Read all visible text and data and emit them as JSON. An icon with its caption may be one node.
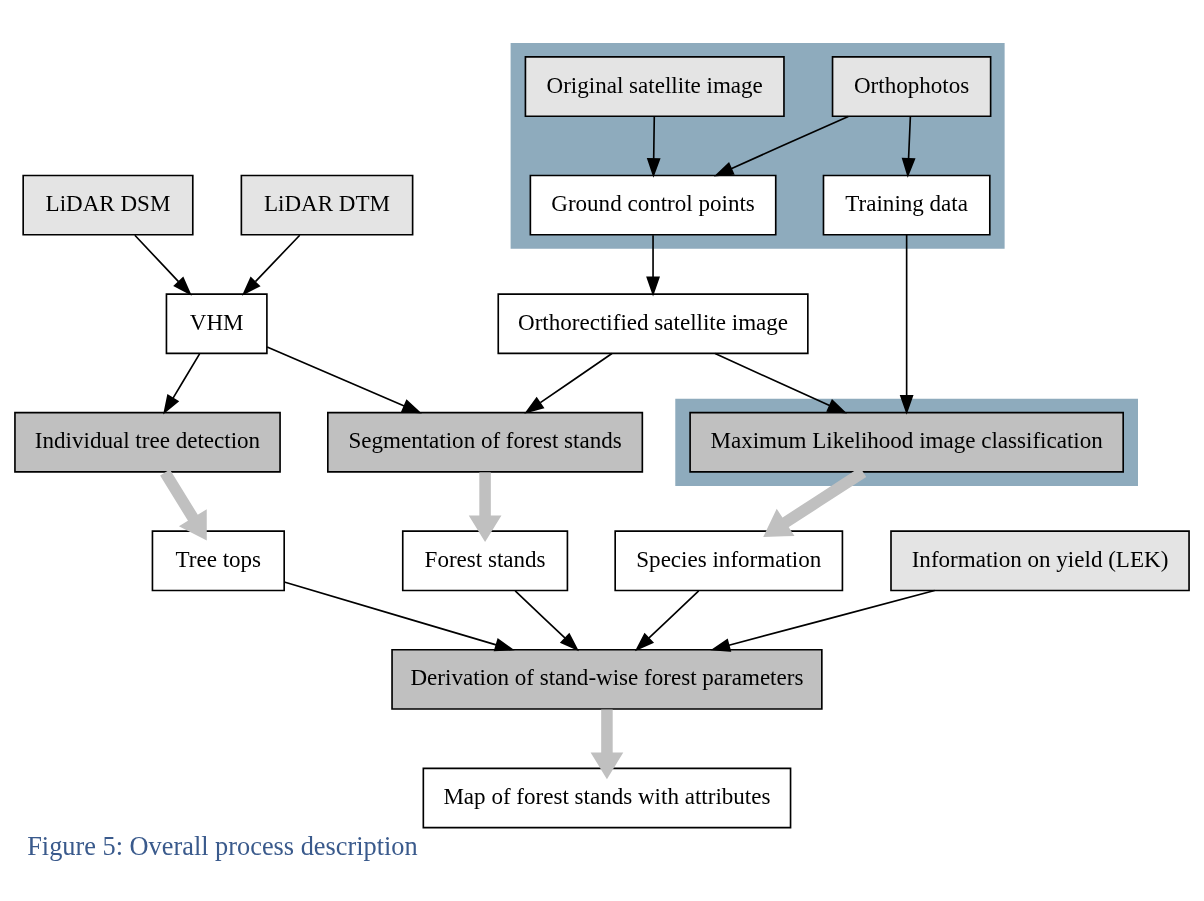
{
  "diagram": {
    "caption": "Figure 5: Overall process description",
    "nodes": [
      {
        "text": [
          "LiDAR DSM"
        ]
      },
      {
        "text": [
          "LiDAR DTM"
        ]
      },
      {
        "text": [
          "VHM"
        ]
      },
      {
        "text": [
          "Individual tree detection"
        ]
      },
      {
        "text": [
          "Segmentation of forest stands"
        ]
      },
      {
        "text": [
          "Tree tops"
        ]
      },
      {
        "text": [
          "Forest stands"
        ]
      },
      {
        "text": [
          "Information on yield (LEK)"
        ]
      },
      {
        "text": [
          "Derivation of stand-wise forest parameters"
        ]
      },
      {
        "text": [
          "Map of forest stands with attributes"
        ]
      },
      {
        "text": [],
        "shape": "box"
      },
      {
        "text": [
          "Orthophotos"
        ],
        "in": 10
      },
      {
        "text": [
          "Original satellite image"
        ],
        "in": 10
      },
      {
        "text": [
          "Training data"
        ],
        "in": 10
      },
      {
        "text": [
          "Ground control points"
        ],
        "in": 10
      },
      {
        "text": [
          "Orthorectified satellite image"
        ]
      },
      {
        "text": [],
        "shape": "box"
      },
      {
        "text": [
          "Maximum Likelihood image classification"
        ],
        "in": 16
      },
      {
        "text": [
          "Species information"
        ]
      }
    ],
    "edges": [
      {
        "from": 0,
        "to": 2,
        "arrow": "to"
      },
      {
        "from": 1,
        "to": 2,
        "arrow": "to"
      },
      {
        "from": 2,
        "to": 3,
        "arrow": "to"
      },
      {
        "from": 2,
        "to": 4,
        "arrow": "to"
      },
      {
        "from": 3,
        "to": 5,
        "arrow": "to",
        "style": "thick",
        "color": "#c0c0c0"
      },
      {
        "from": 4,
        "to": 6,
        "arrow": "to",
        "style": "thick",
        "color": "#c0c0c0"
      },
      {
        "from": 5,
        "to": 8,
        "arrow": "to"
      },
      {
        "from": 6,
        "to": 8,
        "arrow": "to"
      },
      {
        "from": 7,
        "to": 8,
        "arrow": "to"
      },
      {
        "from": 8,
        "to": 9,
        "arrow": "to",
        "style": "thick",
        "color": "#c0c0c0"
      },
      {
        "from": 11,
        "to": 13,
        "arrow": "to"
      },
      {
        "from": 11,
        "to": 14,
        "arrow": "to"
      },
      {
        "from": 12,
        "to": 14,
        "arrow": "to"
      },
      {
        "from": 14,
        "to": 15,
        "arrow": "to"
      },
      {
        "from": 15,
        "to": 4,
        "arrow": "to"
      },
      {
        "from": 15,
        "to": 17,
        "arrow": "to"
      },
      {
        "from": 13,
        "to": 17,
        "arrow": "to"
      },
      {
        "from": 17,
        "to": 18,
        "arrow": "to",
        "style": "thick",
        "color": "#c0c0c0"
      },
      {
        "from": 18,
        "to": 8,
        "arrow": "to"
      }
    ]
  }
}
